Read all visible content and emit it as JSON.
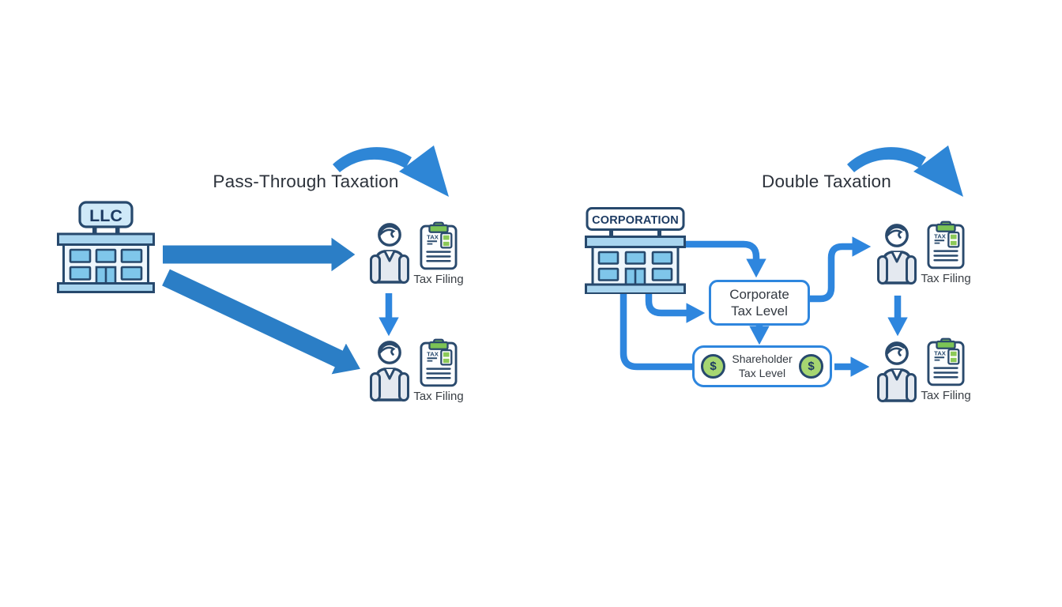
{
  "diagram": {
    "left": {
      "title": "Pass-Through Taxation",
      "building_sign": "LLC",
      "members": [
        {
          "label": "Tax Filing"
        },
        {
          "label": "Tax Filing"
        }
      ]
    },
    "right": {
      "title": "Double Taxation",
      "building_sign": "CORPORATION",
      "corporate_tax_box": {
        "line1": "Corporate",
        "line2": "Tax Level"
      },
      "shareholder_tax_box": {
        "line1": "Shareholder",
        "line2": "Tax Level",
        "dollar_symbol": "$"
      },
      "shareholders": [
        {
          "label": "Tax Filing"
        },
        {
          "label": "Tax Filing"
        }
      ]
    },
    "clipboard_doc_text": "TAX",
    "colors": {
      "arrow_blue": "#2e86de",
      "arrow_blue_dark": "#2b7ec6",
      "outline_navy": "#27496d",
      "building_light_blue": "#a9d5ef",
      "window_blue": "#7fc6ea",
      "facade_pale_blue": "#eef6fc",
      "accent_green": "#8cc958",
      "coin_green": "#a6d671",
      "box_border_blue": "#2e86de",
      "text_dark": "#2c323b"
    }
  }
}
